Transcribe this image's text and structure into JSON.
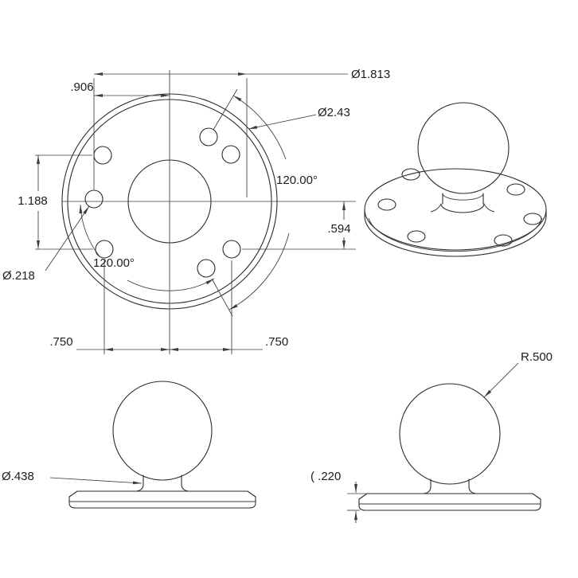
{
  "front_view": {
    "bolt_circle_diameter": "Ø1.813",
    "bolt_circle_radius": ".906",
    "plate_diameter": "Ø2.43",
    "upper_angle": "120.00°",
    "vertical_hole_spacing": "1.188",
    "center_to_hole_offset": ".594",
    "small_hole_diameter": "Ø.218",
    "lower_angle": "120.00°",
    "left_hole_spacing": ".750",
    "right_hole_spacing": ".750"
  },
  "side_views": {
    "neck_diameter": "Ø.438",
    "ball_radius": "R.500",
    "plate_thickness": "( .220"
  }
}
